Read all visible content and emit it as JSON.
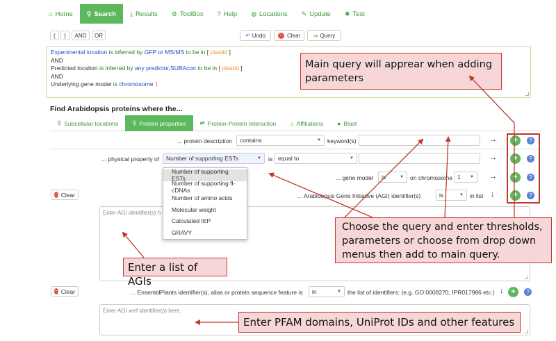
{
  "nav": {
    "items": [
      {
        "label": "Home",
        "icon": "home-icon"
      },
      {
        "label": "Search",
        "icon": "search-icon",
        "active": true
      },
      {
        "label": "Results",
        "icon": "download-icon"
      },
      {
        "label": "ToolBox",
        "icon": "cogs-icon"
      },
      {
        "label": "Help",
        "icon": "question-icon"
      },
      {
        "label": "Locations",
        "icon": "globe-icon"
      },
      {
        "label": "Update",
        "icon": "pencil-icon"
      },
      {
        "label": "Test",
        "icon": "bug-icon"
      }
    ]
  },
  "toolbar": {
    "open_paren": "(",
    "close_paren": ")",
    "and_label": "AND",
    "or_label": "OR",
    "undo_label": "Undo",
    "clear_label": "Clear",
    "query_label": "Query"
  },
  "query": {
    "line1": {
      "a": "Experimental location",
      "b": "is inferred by",
      "c": "GFP or MS/MS",
      "d": "to be in",
      "e": "[",
      "f": "plastid",
      "g": "]"
    },
    "and1": "AND",
    "line2": {
      "a": "Predicted location",
      "b": "is inferred by",
      "c": "any predictor,SUBAcon",
      "d": "to be in",
      "e": "[",
      "f": "plastid",
      "g": "]"
    },
    "and2": "AND",
    "line3": {
      "a": "Underlying gene model",
      "b": "is",
      "c": "chromosome",
      "d": "1"
    }
  },
  "find_header": "Find Arabidopsis proteins where the...",
  "tabs": [
    {
      "label": "Subcellular locations",
      "icon": "search-icon"
    },
    {
      "label": "Protein properties",
      "icon": "search-icon",
      "active": true
    },
    {
      "label": "Protein-Protein Interaction",
      "icon": "exchange-icon"
    },
    {
      "label": "Affiliations",
      "icon": "home-icon"
    },
    {
      "label": "Blast",
      "icon": "bomb-icon"
    }
  ],
  "rows": {
    "desc_label": "... protein description",
    "desc_select": "contains",
    "desc_suffix": "keyword(s)",
    "phys_label": "... physical property of",
    "phys_select": "Number of supporting ESTs",
    "phys_is": "is",
    "phys_op": "equal to",
    "gene_label": "... gene model",
    "gene_is": "is",
    "gene_on": "on chromosome",
    "gene_chrom": "1",
    "agi_label": "... Arabidopsis Gene Initiative (AGI) identifier(s)",
    "agi_is": "is",
    "agi_in_list": "in list",
    "agi_placeholder": "Enter AGI identifier(s) h",
    "ens_label": "... EnsemblPlants identifier(s), alias or protein sequence feature is",
    "ens_select": "in",
    "ens_suffix": "the list of identifiers: (e.g. GO:0008270, IPR017986 etc.)",
    "xref_placeholder": "Enter AGI xref identifier(s) here.",
    "clear1": "Clear",
    "clear2": "Clear",
    "arrow_right": "→",
    "arrow_down": "↓"
  },
  "dropdown": [
    "Number of supporting ESTs",
    "Number of supporting fl-cDNAs",
    "Number of amino acids",
    "Molecular weight",
    "Calculated IEP",
    "GRAVY"
  ],
  "annotations": {
    "main_query": "Main query will apprear when adding parameters",
    "choose_query": "Choose the query and enter thresholds, parameters or choose from drop down menus then add to main query.",
    "enter_agis": "Enter a list of AGIs",
    "enter_pfam": "Enter PFAM domains, UniProt IDs and other features"
  },
  "colors": {
    "accent_green": "#5cb85c",
    "annotation_red": "#c0392b",
    "annotation_fill": "#f6d6d6"
  }
}
